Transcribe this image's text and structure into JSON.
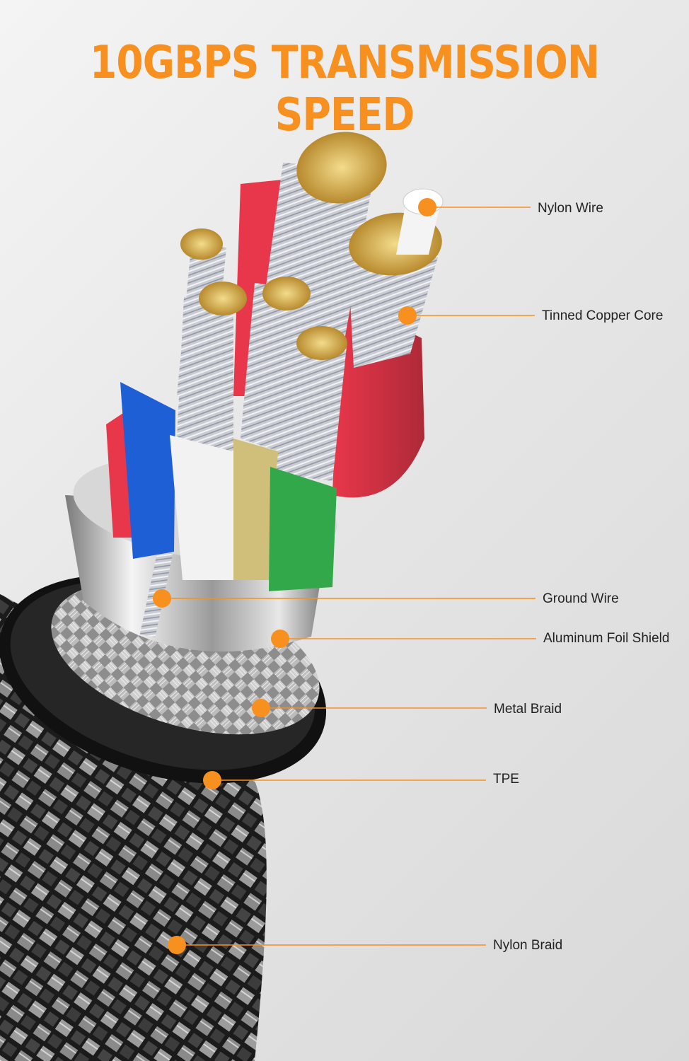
{
  "headline": "10GBPS TRANSMISSION SPEED",
  "colors": {
    "accent": "#f7901e",
    "background": "#e6e6e6",
    "wire_red": "#e8374a",
    "wire_blue": "#1f5fd6",
    "wire_white": "#f2f2f2",
    "wire_yellow": "#cfbf7a",
    "wire_green": "#33a84a",
    "copper": "#d9b45a"
  },
  "callouts": [
    {
      "id": "nylon-wire",
      "label": "Nylon Wire"
    },
    {
      "id": "tinned-copper-core",
      "label": "Tinned Copper Core"
    },
    {
      "id": "ground-wire",
      "label": "Ground Wire"
    },
    {
      "id": "aluminum-foil-shield",
      "label": "Aluminum Foil Shield"
    },
    {
      "id": "metal-braid",
      "label": "Metal Braid"
    },
    {
      "id": "tpe",
      "label": "TPE"
    },
    {
      "id": "nylon-braid",
      "label": "Nylon Braid"
    }
  ]
}
